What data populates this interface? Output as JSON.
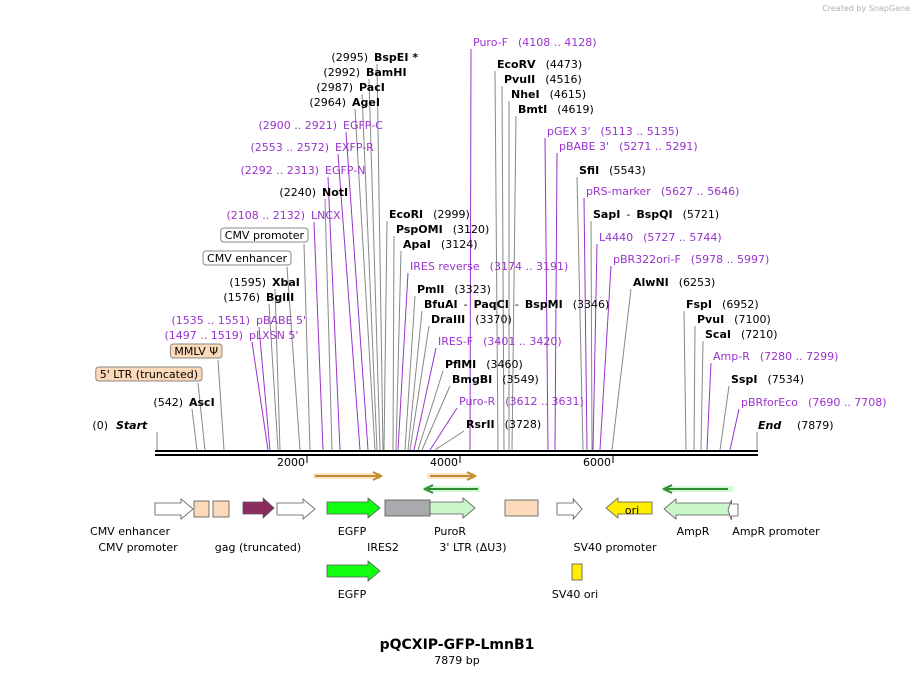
{
  "credit": "Created by SnapGene",
  "plasmid": {
    "name": "pQCXIP-GFP-LmnB1",
    "size": "7879 bp"
  },
  "axis": {
    "ticks": [
      "2000",
      "4000",
      "6000"
    ]
  },
  "ends": {
    "start": "Start",
    "start_pos": "(0)",
    "end": "End",
    "end_pos": "(7879)"
  },
  "sites": [
    {
      "kind": "enzyme",
      "name": "BspEI",
      "pos": "(2995)",
      "star": "*"
    },
    {
      "kind": "enzyme",
      "name": "BamHI",
      "pos": "(2992)"
    },
    {
      "kind": "enzyme",
      "name": "PacI",
      "pos": "(2987)"
    },
    {
      "kind": "enzyme",
      "name": "AgeI",
      "pos": "(2964)"
    },
    {
      "kind": "primer",
      "name": "EGFP-C",
      "pos": "(2900 .. 2921)"
    },
    {
      "kind": "primer",
      "name": "EXFP-R",
      "pos": "(2553 .. 2572)"
    },
    {
      "kind": "primer",
      "name": "EGFP-N",
      "pos": "(2292 .. 2313)"
    },
    {
      "kind": "enzyme",
      "name": "NotI",
      "pos": "(2240)"
    },
    {
      "kind": "primer",
      "name": "LNCX",
      "pos": "(2108 .. 2132)"
    },
    {
      "kind": "feature",
      "name": "CMV promoter"
    },
    {
      "kind": "feature",
      "name": "CMV enhancer"
    },
    {
      "kind": "enzyme",
      "name": "XbaI",
      "pos": "(1595)"
    },
    {
      "kind": "enzyme",
      "name": "BglII",
      "pos": "(1576)"
    },
    {
      "kind": "primer",
      "name": "pBABE 5'",
      "pos": "(1535 .. 1551)"
    },
    {
      "kind": "primer",
      "name": "pLXSN 5'",
      "pos": "(1497 .. 1519)"
    },
    {
      "kind": "featureAlt",
      "name": "MMLV Ψ"
    },
    {
      "kind": "featureAlt",
      "name": "5' LTR (truncated)"
    },
    {
      "kind": "enzyme",
      "name": "AscI",
      "pos": "(542)"
    },
    {
      "kind": "primer",
      "name": "Puro-F",
      "pos": "(4108 .. 4128)"
    },
    {
      "kind": "enzyme",
      "name": "EcoRV",
      "pos": "(4473)"
    },
    {
      "kind": "enzyme",
      "name": "PvuII",
      "pos": "(4516)"
    },
    {
      "kind": "enzyme",
      "name": "NheI",
      "pos": "(4615)"
    },
    {
      "kind": "enzyme",
      "name": "BmtI",
      "pos": "(4619)"
    },
    {
      "kind": "enzyme",
      "name": "EcoRI",
      "pos": "(2999)"
    },
    {
      "kind": "enzyme",
      "name": "PspOMI",
      "pos": "(3120)"
    },
    {
      "kind": "enzyme",
      "name": "ApaI",
      "pos": "(3124)"
    },
    {
      "kind": "primer",
      "name": "IRES reverse",
      "pos": "(3174 .. 3191)"
    },
    {
      "kind": "enzyme",
      "name": "PmlI",
      "pos": "(3323)"
    },
    {
      "kind": "enzyme",
      "name": "BfuAI",
      "sep1": "-",
      "name2": "PaqCI",
      "sep2": "-",
      "name3": "BspMI",
      "pos": "(3346)"
    },
    {
      "kind": "enzyme",
      "name": "DraIII",
      "pos": "(3370)"
    },
    {
      "kind": "primer",
      "name": "IRES-F",
      "pos": "(3401 .. 3420)"
    },
    {
      "kind": "enzyme",
      "name": "PflMI",
      "pos": "(3460)"
    },
    {
      "kind": "enzyme",
      "name": "BmgBI",
      "pos": "(3549)"
    },
    {
      "kind": "primer",
      "name": "Puro-R",
      "pos": "(3612 .. 3631)"
    },
    {
      "kind": "enzyme",
      "name": "RsrII",
      "pos": "(3728)"
    },
    {
      "kind": "primer",
      "name": "pGEX 3'",
      "pos": "(5113 .. 5135)"
    },
    {
      "kind": "primer",
      "name": "pBABE 3'",
      "pos": "(5271 .. 5291)"
    },
    {
      "kind": "enzyme",
      "name": "SfiI",
      "pos": "(5543)"
    },
    {
      "kind": "primer",
      "name": "pRS-marker",
      "pos": "(5627 .. 5646)"
    },
    {
      "kind": "enzyme",
      "name": "SapI",
      "sep1": "-",
      "name2": "BspQI",
      "pos": "(5721)"
    },
    {
      "kind": "primer",
      "name": "L4440",
      "pos": "(5727 .. 5744)"
    },
    {
      "kind": "primer",
      "name": "pBR322ori-F",
      "pos": "(5978 .. 5997)"
    },
    {
      "kind": "enzyme",
      "name": "AlwNI",
      "pos": "(6253)"
    },
    {
      "kind": "enzyme",
      "name": "FspI",
      "pos": "(6952)"
    },
    {
      "kind": "enzyme",
      "name": "PvuI",
      "pos": "(7100)"
    },
    {
      "kind": "enzyme",
      "name": "ScaI",
      "pos": "(7210)"
    },
    {
      "kind": "primer",
      "name": "Amp-R",
      "pos": "(7280 .. 7299)"
    },
    {
      "kind": "enzyme",
      "name": "SspI",
      "pos": "(7534)"
    },
    {
      "kind": "primer",
      "name": "pBRforEco",
      "pos": "(7690 .. 7708)"
    }
  ],
  "features": [
    {
      "name": "CMV enhancer",
      "color": "#ffffff",
      "shape": "arrow"
    },
    {
      "name": "CMV promoter",
      "color": "#ffffff",
      "shape": "arrow"
    },
    {
      "name": "",
      "color": "#fcd9b8",
      "shape": "box"
    },
    {
      "name": "",
      "color": "#fcd9b8",
      "shape": "box"
    },
    {
      "name": "gag (truncated)",
      "color": "#8b2c5e",
      "shape": "arrow"
    },
    {
      "name": "",
      "color": "#ffffff",
      "shape": "arrow"
    },
    {
      "name": "EGFP",
      "color": "#12ff12",
      "shape": "arrow"
    },
    {
      "name": "IRES2",
      "color": "#a9aaad",
      "shape": "box"
    },
    {
      "name": "PuroR",
      "color": "#c9f7c9",
      "shape": "arrow"
    },
    {
      "name": "3' LTR (ΔU3)",
      "color": "#fcd9b8",
      "shape": "box"
    },
    {
      "name": "SV40 promoter",
      "color": "#ffffff",
      "shape": "arrow"
    },
    {
      "name": "ori",
      "color": "#ffee00",
      "shape": "arrowLeft"
    },
    {
      "name": "AmpR",
      "color": "#c9f7c9",
      "shape": "arrowLeft"
    },
    {
      "name": "AmpR promoter",
      "color": "#ffffff",
      "shape": "arrowLeft"
    },
    {
      "name": "EGFP",
      "color": "#12ff12",
      "shape": "arrow"
    },
    {
      "name": "SV40 ori",
      "color": "#ffee00",
      "shape": "box"
    }
  ],
  "colors": {
    "enzyme": "#000000",
    "primer": "#9933cc",
    "line": "#888888",
    "primerLine": "#9933cc",
    "backbone": "#000000",
    "primerArrowFwd": "#c08a2c",
    "primerArrowRev": "#2e8b2e"
  }
}
